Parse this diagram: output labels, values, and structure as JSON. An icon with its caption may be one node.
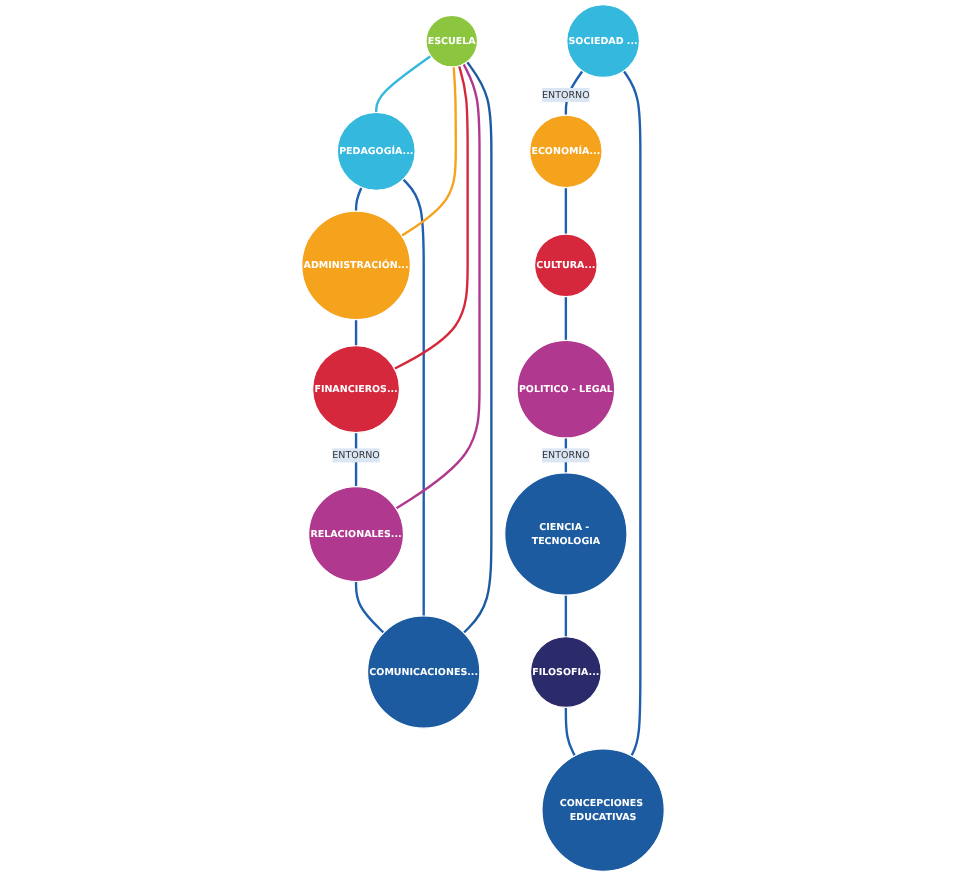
{
  "diagram": {
    "nodes": [
      {
        "text": [
          "SOCIEDAD ..."
        ]
      },
      {
        "text": [
          "ECONOMÍA..."
        ]
      },
      {
        "text": [
          "CONCEPCIONES EDUCATIVAS"
        ]
      },
      {
        "text": [
          "PEDAGOGÍA..."
        ]
      },
      {
        "text": [
          "COMUNICACIONES..."
        ]
      },
      {
        "text": [
          "ADMINISTRACIÓN..."
        ]
      },
      {
        "text": [
          "ESCUELA"
        ]
      },
      {
        "text": [
          "CULTURA..."
        ]
      },
      {
        "text": [
          "FILOSOFIA..."
        ]
      },
      {
        "text": [
          "RELACIONALES..."
        ]
      },
      {
        "text": [
          "FINANCIEROS..."
        ]
      },
      {
        "text": [
          "POLITICO - LEGAL"
        ]
      },
      {
        "text": [
          "CIENCIA - TECNOLOGIA"
        ]
      }
    ],
    "edges": [
      {
        "from": 0,
        "to": 1,
        "arrow": "none",
        "label": "ENTORNO"
      },
      {
        "from": 1,
        "to": 7,
        "arrow": "none"
      },
      {
        "from": 7,
        "to": 11,
        "arrow": "none"
      },
      {
        "from": 11,
        "to": 12,
        "arrow": "none",
        "label": "ENTORNO"
      },
      {
        "from": 12,
        "to": 8,
        "arrow": "none"
      },
      {
        "from": 8,
        "to": 2,
        "arrow": "none"
      },
      {
        "from": 2,
        "to": 0,
        "arrow": "none"
      },
      {
        "from": 3,
        "to": 5,
        "arrow": "none"
      },
      {
        "from": 5,
        "to": 10,
        "arrow": "none"
      },
      {
        "from": 10,
        "to": 9,
        "arrow": "none",
        "label": "ENTORNO"
      },
      {
        "from": 9,
        "to": 4,
        "arrow": "none"
      },
      {
        "from": 4,
        "to": 3,
        "arrow": "none"
      },
      {
        "from": 6,
        "to": 3,
        "arrow": "none",
        "color": "#35b8dd"
      },
      {
        "from": 6,
        "to": 5,
        "arrow": "none",
        "color": "#f5a21d"
      },
      {
        "from": 6,
        "to": 10,
        "arrow": "none",
        "color": "#d6283c"
      },
      {
        "from": 6,
        "to": 9,
        "arrow": "none",
        "color": "#b0388f"
      },
      {
        "from": 6,
        "to": 4,
        "arrow": "none",
        "color": "#1d5ba0"
      }
    ]
  }
}
